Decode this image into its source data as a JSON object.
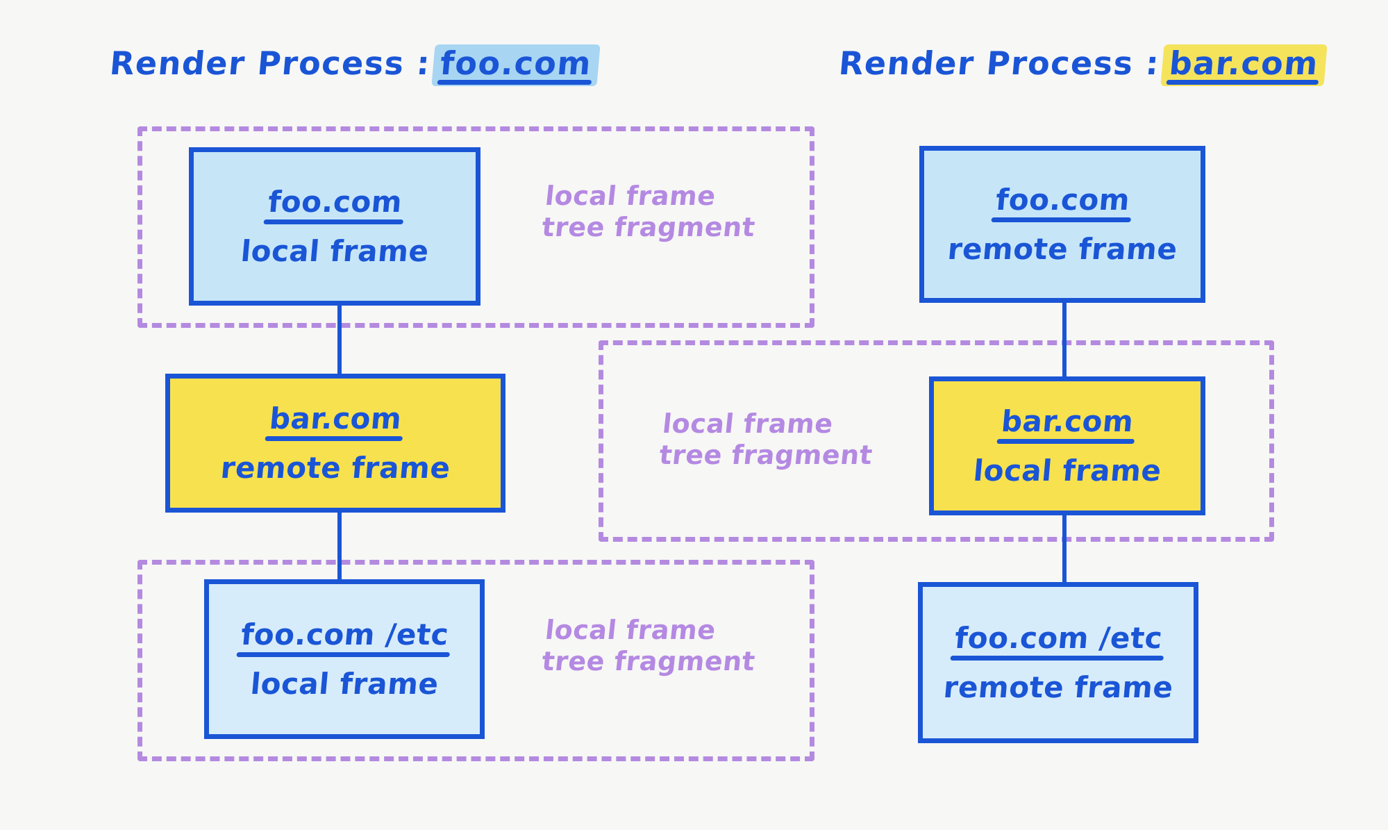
{
  "background_color": "#f7f7f5",
  "palette": {
    "ink_blue": "#1a55d6",
    "frame_blue_fill": "#c6e6f8",
    "frame_blue_light_fill": "#d7ecfa",
    "frame_yellow_fill": "#f7e14e",
    "fragment_purple": "#b48ae0",
    "highlight_blue": "#a8d5f2",
    "highlight_yellow": "#f5e35c"
  },
  "processes": [
    {
      "id": "left",
      "title_label": "Render Process :",
      "title_host": "foo.com",
      "title_highlight_color": "#a8d5f2"
    },
    {
      "id": "right",
      "title_label": "Render Process :",
      "title_host": "bar.com",
      "title_highlight_color": "#f5e35c"
    }
  ],
  "left_column": {
    "nodes": [
      {
        "host": "foo.com",
        "kind": "local frame",
        "fill": "blue"
      },
      {
        "host": "bar.com",
        "kind": "remote frame",
        "fill": "yellow"
      },
      {
        "host": "foo.com /etc",
        "kind": "local frame",
        "fill": "bluelt"
      }
    ]
  },
  "right_column": {
    "nodes": [
      {
        "host": "foo.com",
        "kind": "remote frame",
        "fill": "blue"
      },
      {
        "host": "bar.com",
        "kind": "local frame",
        "fill": "yellow"
      },
      {
        "host": "foo.com /etc",
        "kind": "remote frame",
        "fill": "bluelt"
      }
    ]
  },
  "fragments": [
    {
      "id": "left-top",
      "label": "local frame\ntree fragment"
    },
    {
      "id": "center",
      "label": "local frame\ntree fragment"
    },
    {
      "id": "left-bottom",
      "label": "local frame\ntree fragment"
    }
  ]
}
